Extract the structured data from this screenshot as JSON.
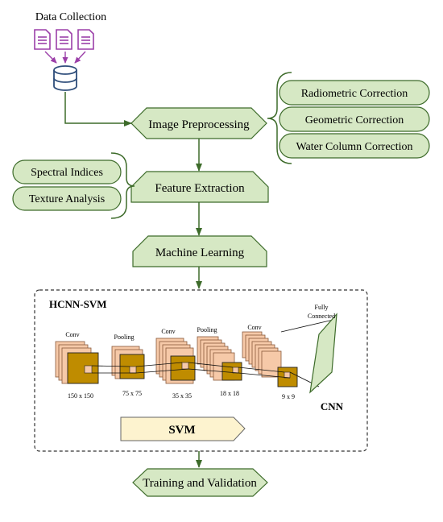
{
  "header": {
    "data_collection": "Data Collection"
  },
  "steps": {
    "image_preprocessing": "Image Preprocessing",
    "feature_extraction": "Feature Extraction",
    "machine_learning": "Machine Learning",
    "training_validation": "Training and Validation"
  },
  "preprocessing_items": [
    "Radiometric Correction",
    "Geometric Correction",
    "Water Column Correction"
  ],
  "feature_items": [
    "Spectral Indices",
    "Texture Analysis"
  ],
  "hcnn": {
    "title": "HCNN-SVM",
    "layers": [
      "Conv",
      "Pooling",
      "Conv",
      "Pooling",
      "Conv"
    ],
    "sizes": [
      "150 x 150",
      "75 x 75",
      "35 x 35",
      "18 x 18",
      "9 x 9"
    ],
    "fully_connected": [
      "Fully",
      "Connected"
    ],
    "cnn_label": "CNN",
    "svm_label": "SVM"
  },
  "colors": {
    "box_fill": "#d6e8c4",
    "box_stroke": "#3d6b2a",
    "arrow": "#3d6b2a",
    "svm_fill": "#fdf3cf",
    "feature_map_back": "#f6c9a8",
    "feature_map_front": "#bf8c00",
    "doc_icon": "#9b3fa8",
    "db_icon": "#2e4d7a"
  },
  "icons": [
    "document-icon",
    "document-icon",
    "document-icon",
    "database-icon"
  ]
}
